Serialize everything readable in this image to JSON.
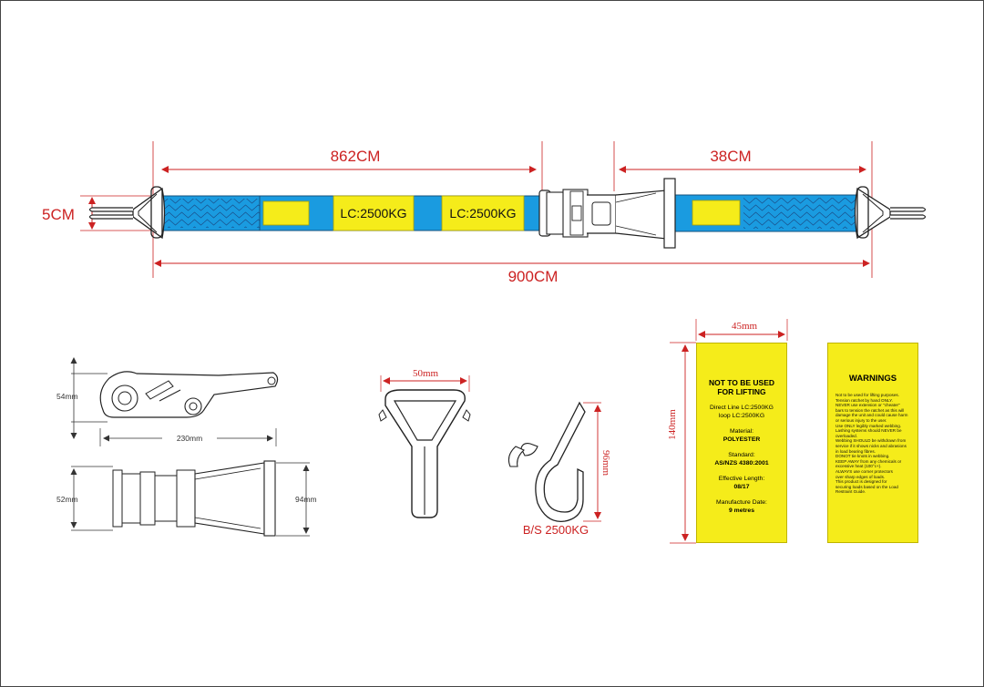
{
  "strap": {
    "dim_top_left": "862CM",
    "dim_top_right": "38CM",
    "dim_width": "5CM",
    "dim_total": "900CM",
    "label_1": "LC:2500KG",
    "label_2": "LC:2500KG"
  },
  "ratchet": {
    "dim_height_side": "54mm",
    "dim_length": "230mm",
    "dim_width_top": "52mm",
    "dim_handle_width": "94mm"
  },
  "hook": {
    "dim_width": "50mm",
    "dim_height": "96mm",
    "breaking_strength": "B/S 2500KG"
  },
  "label_card": {
    "dim_width": "45mm",
    "dim_height": "140mm",
    "title_line1": "NOT TO BE USED",
    "title_line2": "FOR LIFTING",
    "direct_line": "Direct Line LC:2500KG",
    "loop": "loop LC:2500KG",
    "material_label": "Material:",
    "material_value": "POLYESTER",
    "standard_label": "Standard:",
    "standard_value": "AS/NZS 4380:2001",
    "effective_length_label": "Effective Length:",
    "effective_length_value": "08/17",
    "manufacture_date_label": "Manufacture Date:",
    "manufacture_date_value": "9 metres"
  },
  "warnings_card": {
    "title": "WARNINGS",
    "lines": [
      "Not to be used for lifting purposes.",
      "Tension ratchet by hand ONLY.",
      "NEVER use extension or \"cheater\"",
      "bars to tension the ratchet as this will",
      "damage the unit and could cause harm",
      "or serious injury to the user.",
      "Use ONLY legibly marked webbing.",
      "Lashing systems should NEVER be",
      "overloaded.",
      "Webbing SHOULD be withdrawn from",
      "service if it shows nicks and abrasions",
      "in load bearing fibres.",
      "DONOT tie knots in webbing.",
      "KEEP AWAY from any chemicals or",
      "excessive heat (100°c+).",
      "ALWAYS use corner protectors",
      "over sharp edges of loads.",
      "This product is designed for",
      "securing loads based on the Load",
      "Restraint Guide."
    ]
  }
}
